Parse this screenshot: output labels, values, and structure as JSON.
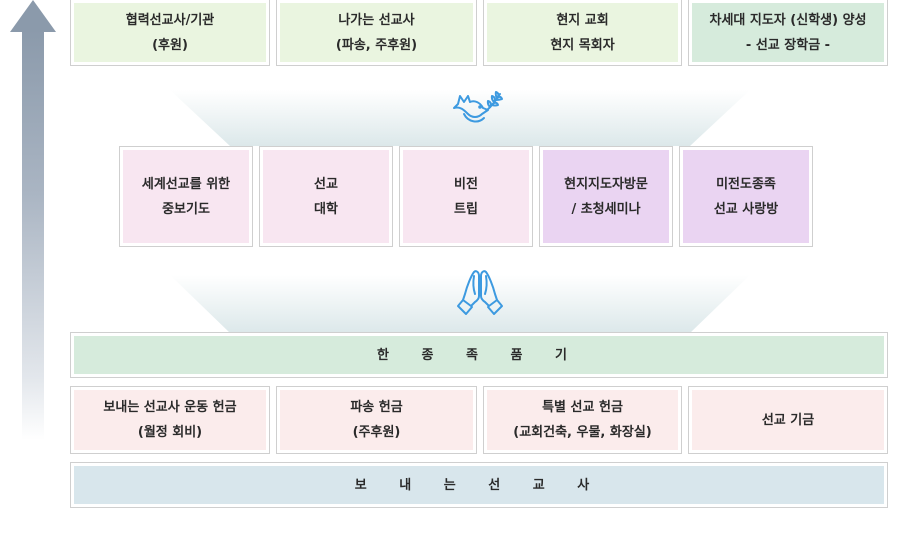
{
  "top_row": [
    {
      "line1": "협력선교사/기관",
      "line2": "(후원)"
    },
    {
      "line1": "나가는 선교사",
      "line2": "(파송, 주후원)"
    },
    {
      "line1": "현지 교회",
      "line2": "현지 목회자"
    },
    {
      "line1": "차세대 지도자 (신학생) 양성",
      "line2": "- 선교 장학금 -"
    }
  ],
  "middle_row": [
    {
      "line1": "세계선교를 위한",
      "line2": "중보기도"
    },
    {
      "line1": "선교",
      "line2": "대학"
    },
    {
      "line1": "비전",
      "line2": "트립"
    },
    {
      "line1": "현지지도자방문",
      "line2": "/ 초청세미나"
    },
    {
      "line1": "미전도종족",
      "line2": "선교 사랑방"
    }
  ],
  "band_embrace": {
    "label": "한 종 족 품 기"
  },
  "offering_row": [
    {
      "line1": "보내는 선교사 운동 헌금",
      "line2": "(월정 회비)"
    },
    {
      "line1": "파송 헌금",
      "line2": "(주후원)"
    },
    {
      "line1": "특별 선교 헌금",
      "line2": "(교회건축, 우물, 화장실)"
    },
    {
      "line1": "선교 기금",
      "line2": ""
    }
  ],
  "band_sending": {
    "label": "보 내 는 선 교 사"
  },
  "icons": {
    "top": "dove-with-olive-branch-icon",
    "middle": "praying-hands-icon",
    "side": "up-arrow-icon"
  },
  "colors": {
    "icon_blue": "#3d9ae0",
    "top_green": "#eaf5e0",
    "top_green_dark": "#d6ebdc",
    "middle_pink": "#f8e6f1",
    "middle_purple": "#ead4f2",
    "offering_rose": "#fbecec",
    "sending_blue": "#d8e6ec",
    "arrow_gray": "#8b9aab"
  }
}
